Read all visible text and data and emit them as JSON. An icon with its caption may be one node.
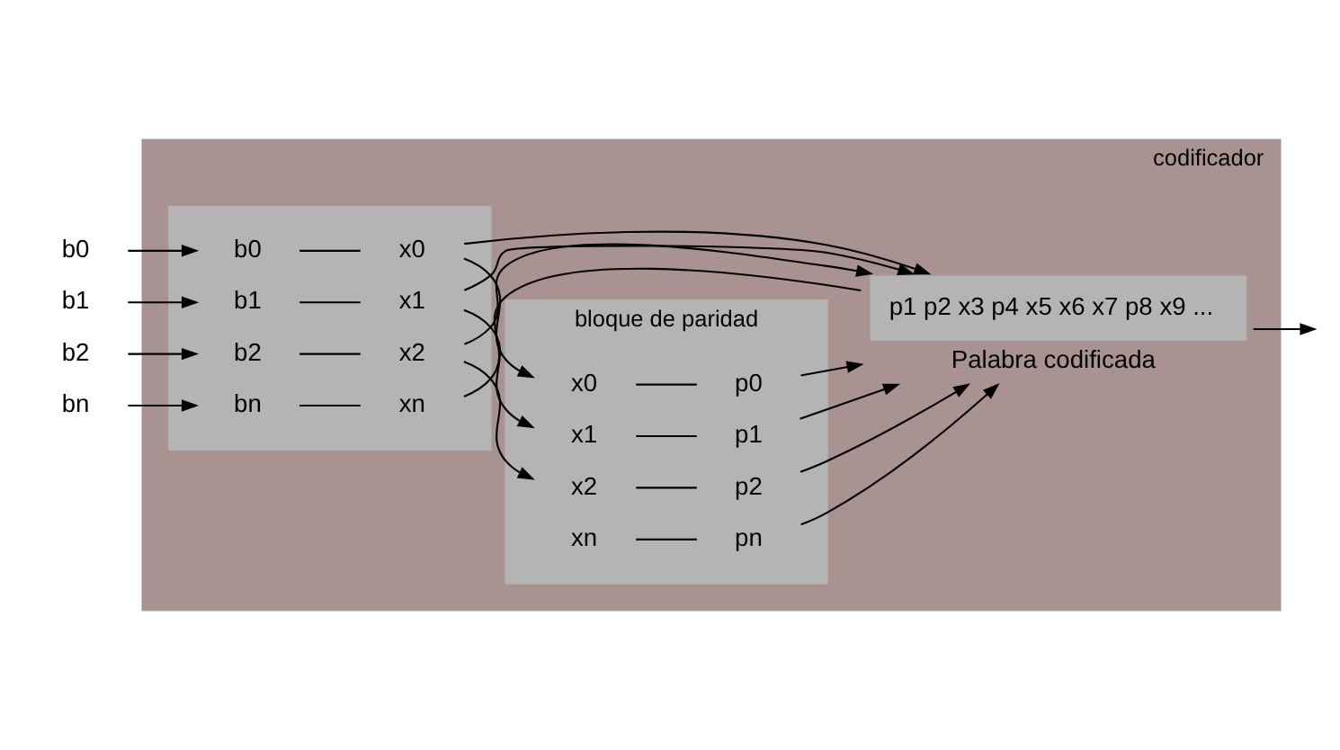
{
  "diagram": {
    "nodes": [
      {
        "text": [
          "codificador"
        ]
      },
      {
        "text": [],
        "shape": "box",
        "in": 0
      },
      {
        "text": [
          "bloque de paridad"
        ],
        "in": 0
      },
      {
        "text": [
          "p1 p2 x3 p4 x5 x6 x7 p8 x9 ..."
        ],
        "beside": [
          "Palabra codificada"
        ],
        "in": 0
      },
      {
        "text": [
          "b0"
        ]
      },
      {
        "text": [
          "b1"
        ]
      },
      {
        "text": [
          "b2"
        ]
      },
      {
        "text": [
          "bn"
        ]
      },
      {
        "text": [
          "b0"
        ],
        "in": 1
      },
      {
        "text": [
          "b1"
        ],
        "in": 1
      },
      {
        "text": [
          "b2"
        ],
        "in": 1
      },
      {
        "text": [
          "bn"
        ],
        "in": 1
      },
      {
        "text": [
          "x0"
        ],
        "in": 1
      },
      {
        "text": [
          "x1"
        ],
        "in": 1
      },
      {
        "text": [
          "x2"
        ],
        "in": 1
      },
      {
        "text": [
          "xn"
        ],
        "in": 1
      },
      {
        "text": [
          "x0"
        ],
        "in": 2
      },
      {
        "text": [
          "x1"
        ],
        "in": 2
      },
      {
        "text": [
          "x2"
        ],
        "in": 2
      },
      {
        "text": [
          "xn"
        ],
        "in": 2
      },
      {
        "text": [
          "p0"
        ],
        "in": 2
      },
      {
        "text": [
          "p1"
        ],
        "in": 2
      },
      {
        "text": [
          "p2"
        ],
        "in": 2
      },
      {
        "text": [
          "pn"
        ],
        "in": 2
      }
    ],
    "edges": [
      {
        "from": 4,
        "to": 8,
        "arrow": "to"
      },
      {
        "from": 5,
        "to": 9,
        "arrow": "to"
      },
      {
        "from": 6,
        "to": 10,
        "arrow": "to"
      },
      {
        "from": 7,
        "to": 11,
        "arrow": "to"
      },
      {
        "from": 8,
        "to": 12,
        "arrow": "none"
      },
      {
        "from": 9,
        "to": 13,
        "arrow": "none"
      },
      {
        "from": 10,
        "to": 14,
        "arrow": "none"
      },
      {
        "from": 11,
        "to": 15,
        "arrow": "none"
      },
      {
        "from": 12,
        "to": 16,
        "arrow": "to"
      },
      {
        "from": 13,
        "to": 17,
        "arrow": "to"
      },
      {
        "from": 14,
        "to": 18,
        "arrow": "to"
      },
      {
        "from": 12,
        "to": 3,
        "arrow": "to"
      },
      {
        "from": 13,
        "to": 3,
        "arrow": "to"
      },
      {
        "from": 14,
        "to": 3,
        "arrow": "to"
      },
      {
        "from": 15,
        "to": 3,
        "arrow": "none"
      },
      {
        "from": 16,
        "to": 20,
        "arrow": "none"
      },
      {
        "from": 17,
        "to": 21,
        "arrow": "none"
      },
      {
        "from": 18,
        "to": 22,
        "arrow": "none"
      },
      {
        "from": 19,
        "to": 23,
        "arrow": "none"
      },
      {
        "from": 20,
        "to": 3,
        "arrow": "to"
      },
      {
        "from": 21,
        "to": 3,
        "arrow": "to"
      },
      {
        "from": 22,
        "to": 3,
        "arrow": "to"
      },
      {
        "from": 23,
        "to": 3,
        "arrow": "to"
      },
      {
        "from": 3,
        "to": null,
        "arrow": "to"
      }
    ]
  }
}
